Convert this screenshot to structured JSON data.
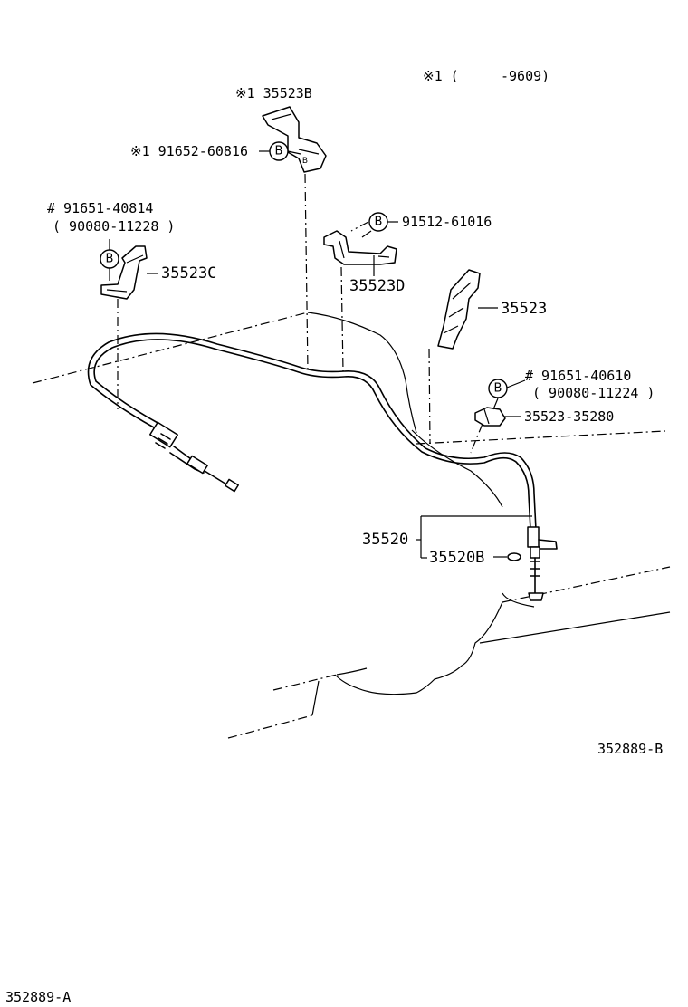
{
  "labels": {
    "note_header_mark": "※1 (",
    "note_header_code": "-9609)",
    "p35523B": "※1 35523B",
    "p91652": "※1 91652-60816",
    "p91651_40814": "# 91651-40814",
    "p90080_11228": "( 90080-11228 )",
    "p35523C": "35523C",
    "p91512": "91512-61016",
    "p35523D": "35523D",
    "p35523": "35523",
    "p91651_40610": "# 91651-40610",
    "p90080_11224": "( 90080-11224 )",
    "p35523_35280": "35523-35280",
    "p35520": "35520",
    "p35520B": "35520B",
    "fig_code_b": "352889-B",
    "fig_code_a": "352889-A"
  },
  "markers": {
    "b_letter": "B"
  }
}
